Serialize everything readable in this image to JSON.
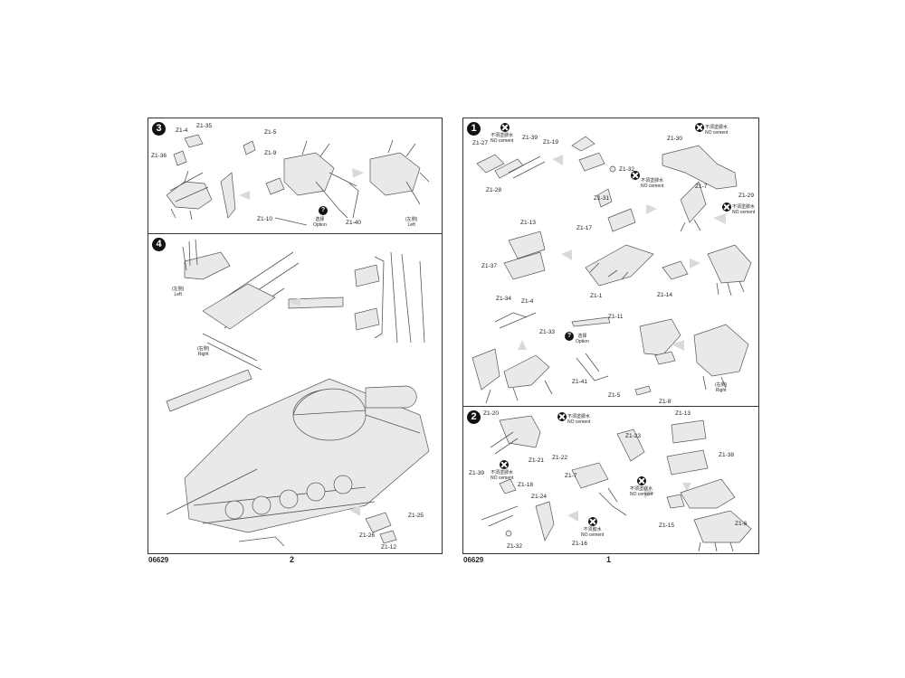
{
  "footer": {
    "left_code": "06629",
    "left_page": "2",
    "right_code": "06629",
    "right_page": "1"
  },
  "notes": {
    "no_cement_cn": "不須塗膠水",
    "no_cement_cn_alt": "不须胶水",
    "no_cement_en": "NO cement",
    "option_cn": "选择",
    "option_en": "Option",
    "left_cn": "(左侧)",
    "left_en": "Left",
    "right_cn": "(右侧)",
    "right_en": "Right"
  },
  "step3": {
    "badge": "3",
    "labels": [
      "Z1-4",
      "Z1-35",
      "Z1-36",
      "Z1-5",
      "Z1-9",
      "Z1-10",
      "Z1-40"
    ]
  },
  "step4": {
    "badge": "4",
    "labels": [
      "Z1-25",
      "Z1-26",
      "Z1-12"
    ]
  },
  "step1": {
    "badge": "1",
    "labels": [
      "Z1-27",
      "Z1-39",
      "Z1-28",
      "Z1-19",
      "Z1-32",
      "Z1-31",
      "Z1-30",
      "Z1-7",
      "Z1-29",
      "Z1-13",
      "Z1-17",
      "Z1-37",
      "Z1-1",
      "Z1-14",
      "Z1-34",
      "Z1-4",
      "Z1-33",
      "Z1-11",
      "Z1-41",
      "Z1-5",
      "Z1-8"
    ]
  },
  "step2": {
    "badge": "2",
    "labels": [
      "Z1-20",
      "Z1-21",
      "Z1-39",
      "Z1-18",
      "Z1-24",
      "Z1-32",
      "Z1-16",
      "Z1-22",
      "Z1-7",
      "Z1-23",
      "Z1-13",
      "Z1-38",
      "Z1-15",
      "Z1-6"
    ]
  }
}
